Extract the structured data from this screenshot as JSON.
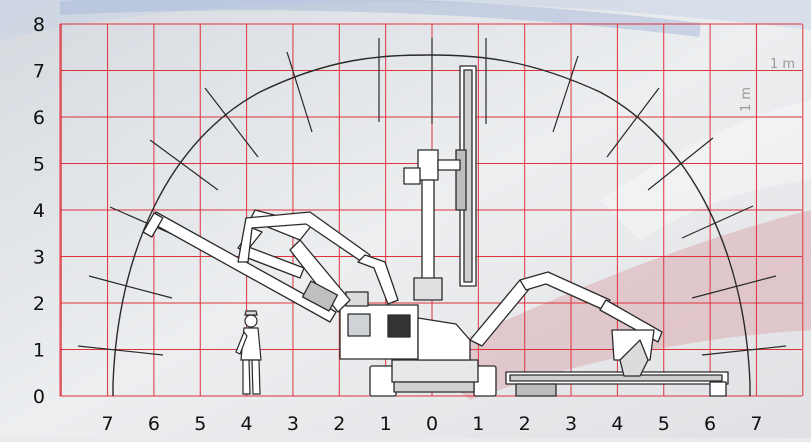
{
  "y_axis_labels": [
    "0",
    "1",
    "2",
    "3",
    "4",
    "5",
    "6",
    "7",
    "8"
  ],
  "x_axis_labels": [
    "7",
    "6",
    "5",
    "4",
    "3",
    "2",
    "1",
    "0",
    "1",
    "2",
    "3",
    "4",
    "5",
    "6",
    "7"
  ],
  "scale": {
    "horizontal": "1 m",
    "vertical": "1 m"
  },
  "colors": {
    "grid": "#e0323c",
    "outline": "#2a2a2a",
    "swoosh_blue": "#9fb4d6",
    "swoosh_red": "#d9a0a6",
    "label": "#111111",
    "scale_text": "#9a9a9a"
  }
}
